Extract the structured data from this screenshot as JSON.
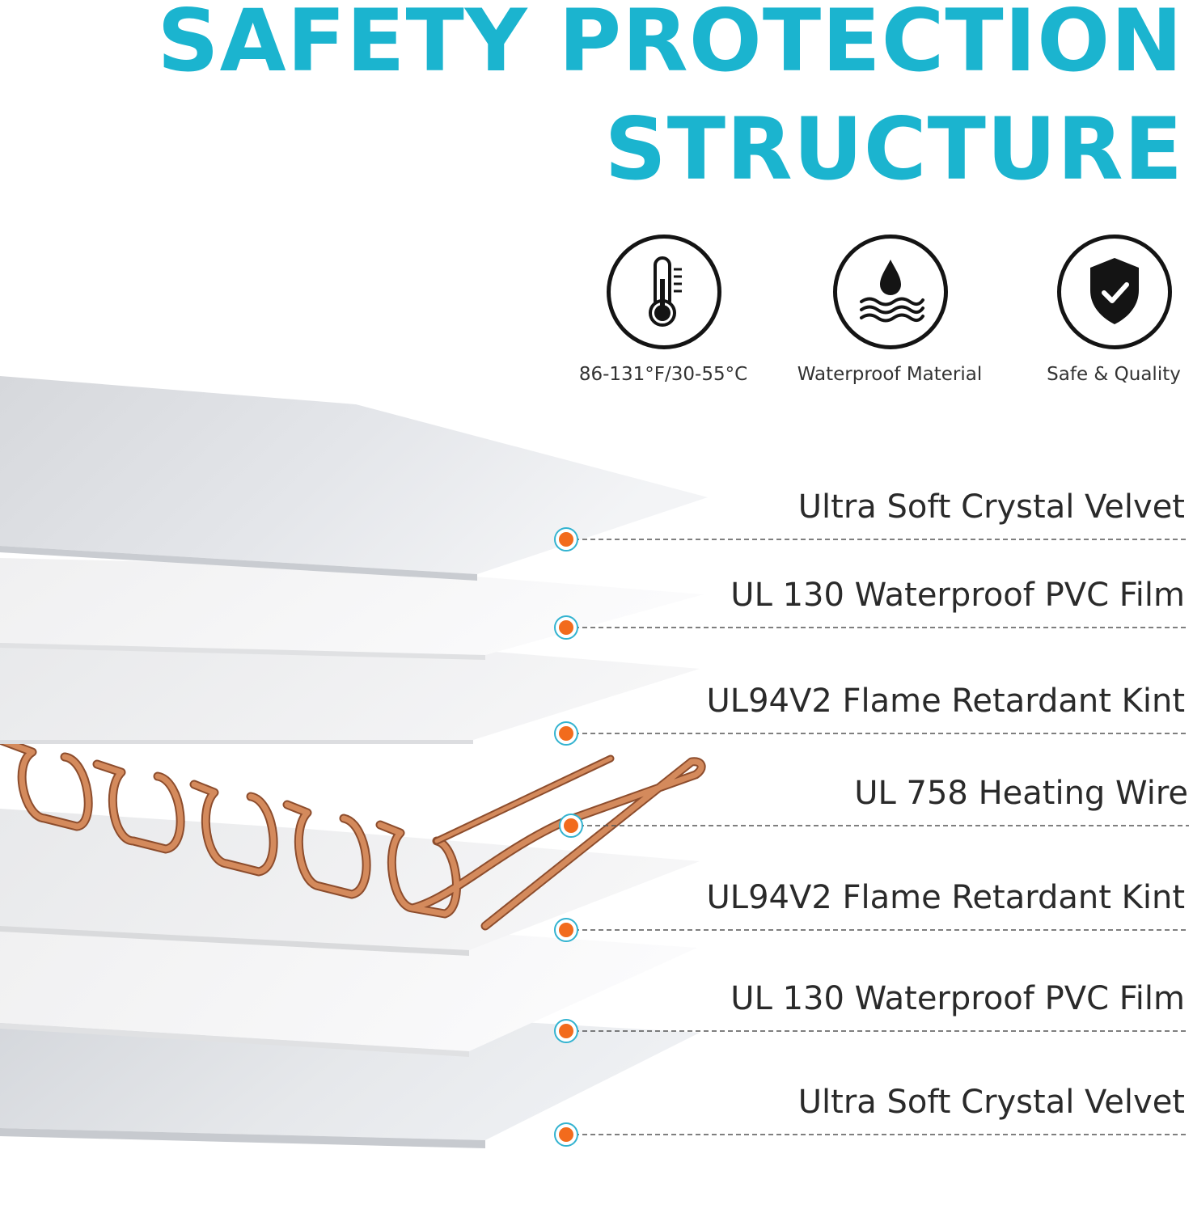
{
  "title": {
    "line1": "SAFETY PROTECTION",
    "line2": "STRUCTURE"
  },
  "features": [
    {
      "icon": "thermometer-icon",
      "label": "86-131°F/30-55°C"
    },
    {
      "icon": "waterproof-drop-icon",
      "label": "Waterproof Material"
    },
    {
      "icon": "shield-check-icon",
      "label": "Safe & Quality"
    }
  ],
  "layers": [
    {
      "label": "Ultra Soft Crystal Velvet"
    },
    {
      "label": "UL 130 Waterproof PVC Film"
    },
    {
      "label": "UL94V2 Flame Retardant Kint"
    },
    {
      "label": "UL 758 Heating Wire"
    },
    {
      "label": "UL94V2 Flame Retardant Kint"
    },
    {
      "label": "UL 130 Waterproof PVC Film"
    },
    {
      "label": "Ultra Soft Crystal Velvet"
    }
  ],
  "colors": {
    "title": "#1bb4cf",
    "marker_dot": "#f26b1d",
    "marker_ring": "#33b3d0",
    "copper_wire": "#c8784e"
  }
}
